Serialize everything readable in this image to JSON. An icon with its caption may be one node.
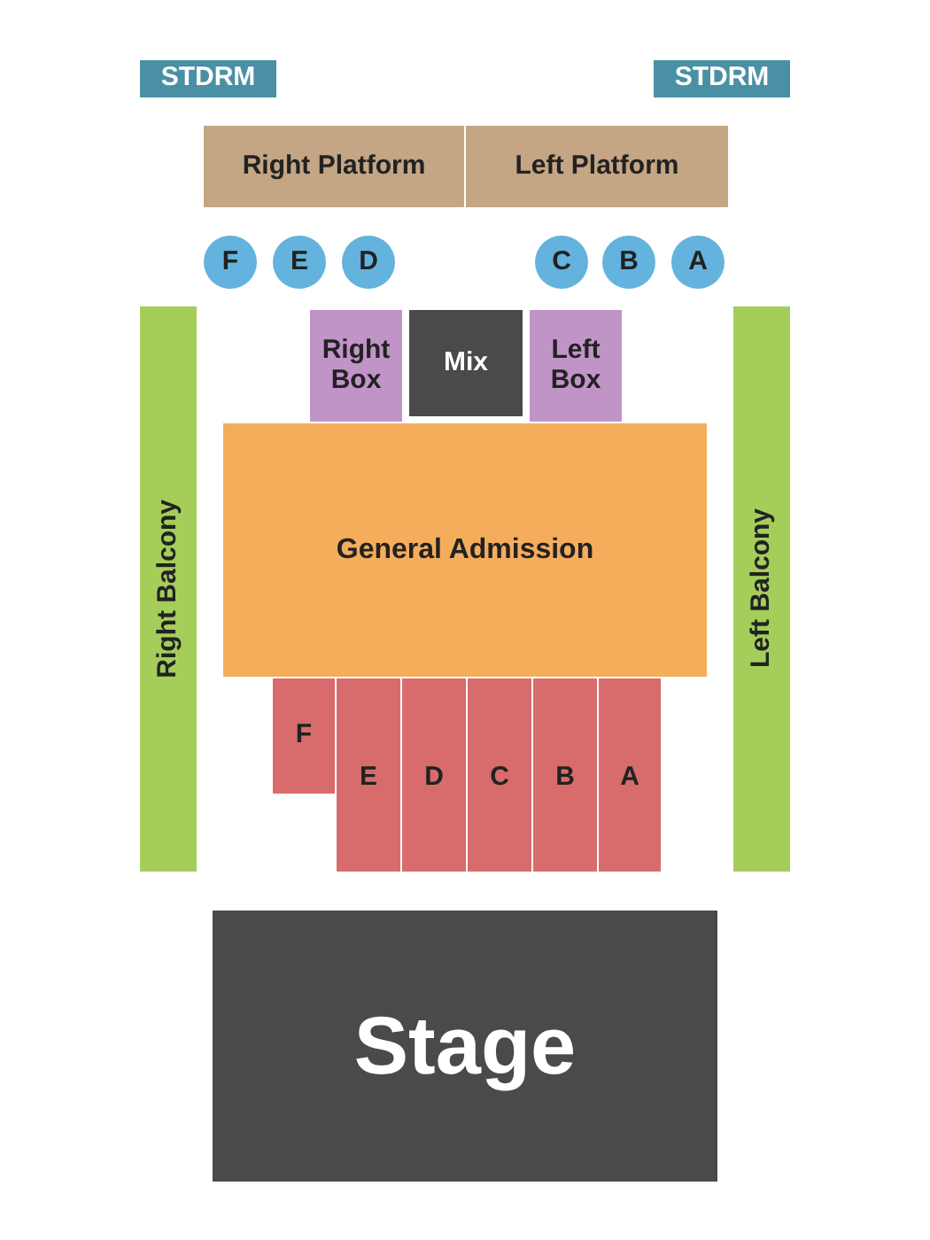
{
  "diagram": {
    "nodes": [
      {
        "text": [
          "STDRM"
        ]
      },
      {
        "text": [
          "STDRM"
        ]
      },
      {
        "text": [
          "Right Platform"
        ]
      },
      {
        "text": [
          "Left Platform"
        ]
      },
      {
        "text": [
          "F"
        ]
      },
      {
        "text": [
          "E"
        ]
      },
      {
        "text": [
          "D"
        ]
      },
      {
        "text": [
          "C"
        ]
      },
      {
        "text": [
          "B"
        ]
      },
      {
        "text": [
          "A"
        ]
      },
      {
        "text": [
          "Right Balcony"
        ]
      },
      {
        "text": [
          "Right Box"
        ]
      },
      {
        "text": [
          "Mix"
        ]
      },
      {
        "text": [
          "Left Box"
        ]
      },
      {
        "text": [
          "Left Balcony"
        ]
      },
      {
        "text": [
          "General Admission"
        ]
      },
      {
        "text": [
          "F"
        ]
      },
      {
        "text": [
          "E"
        ]
      },
      {
        "text": [
          "D"
        ]
      },
      {
        "text": [
          "C"
        ]
      },
      {
        "text": [
          "B"
        ]
      },
      {
        "text": [
          "A"
        ]
      },
      {
        "text": [
          "Stage"
        ]
      }
    ]
  }
}
